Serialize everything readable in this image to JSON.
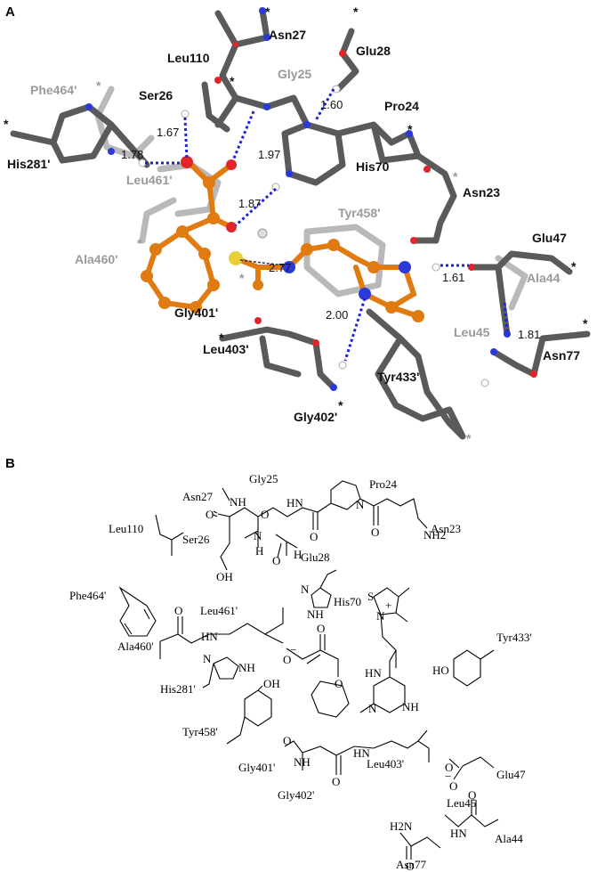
{
  "panel_a": {
    "letter": "A",
    "labels": {
      "asn27": "Asn27",
      "leu110": "Leu110",
      "glu28": "Glu28",
      "gly25": "Gly25",
      "phe464p": "Phe464'",
      "ser26": "Ser26",
      "pro24": "Pro24",
      "his281p": "His281'",
      "leu461p": "Leu461'",
      "his70": "His70",
      "asn23": "Asn23",
      "tyr458p": "Tyr458'",
      "ala460p": "Ala460'",
      "glu47": "Glu47",
      "ala44": "Ala44",
      "gly401p": "Gly401'",
      "leu45": "Leu45",
      "leu403p": "Leu403'",
      "asn77": "Asn77",
      "tyr433p": "Tyr433'",
      "gly402p": "Gly402'"
    },
    "distances": {
      "d1": "1.67",
      "d2": "1.60",
      "d3": "1.78",
      "d4": "1.97",
      "d5": "1.87",
      "d6": "2.77",
      "d7": "1.61",
      "d8": "2.00",
      "d9": "1.81"
    },
    "star": "*",
    "colors": {
      "carbon_dark": "#5a5a5a",
      "carbon_light": "#b9b9b9",
      "ligand": "#e07b12",
      "nitrogen": "#2b39d9",
      "oxygen": "#e0262a",
      "sulfur": "#e8cf3a",
      "hydrogen": "#ffffff",
      "hbond": "#1f22d6"
    }
  },
  "panel_b": {
    "letter": "B",
    "labels": {
      "gly25": "Gly25",
      "pro24": "Pro24",
      "asn27": "Asn27",
      "leu110": "Leu110",
      "ser26": "Ser26",
      "asn23": "Asn23",
      "glu28": "Glu28",
      "phe464p": "Phe464'",
      "his70": "His70",
      "leu461p": "Leu461'",
      "ala460p": "Ala460'",
      "tyr433p": "Tyr433'",
      "his281p": "His281'",
      "tyr458p": "Tyr458'",
      "gly401p": "Gly401'",
      "leu403p": "Leu403'",
      "glu47": "Glu47",
      "gly402p": "Gly402'",
      "leu45": "Leu45",
      "ala44": "Ala44",
      "asn77": "Asn77"
    },
    "atoms": {
      "n": "N",
      "nh": "NH",
      "hn": "HN",
      "h": "H",
      "o": "O",
      "oh": "OH",
      "ho": "HO",
      "h2n": "H2N",
      "nh2": "NH2",
      "s": "S",
      "plus": "+",
      "minus": "−",
      "hn_imine": "HN"
    }
  }
}
